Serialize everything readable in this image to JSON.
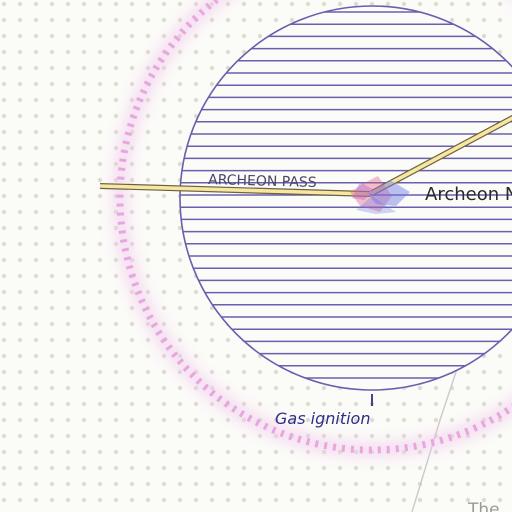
{
  "map": {
    "labels": {
      "pass": "ARCHEON PASS",
      "node": "Archeon N",
      "ignition": "Gas ignition",
      "corner": "The"
    }
  },
  "colors": {
    "background": "#fbfbf8",
    "dots": "#dcdcd2",
    "hatch_circle": "#6a5fae",
    "road_fill": "#f6e7a2",
    "road_edge": "#6e6240",
    "halo": "#e8a6e0",
    "marker_red": "#e25a86",
    "marker_blue": "#6b75e6",
    "thin_road": "#c9c9c9",
    "pass_text": "#4a4668",
    "node_text": "#2a2a2a",
    "ignition_text": "#2d2f8a",
    "corner_text": "#9a9a9a"
  }
}
